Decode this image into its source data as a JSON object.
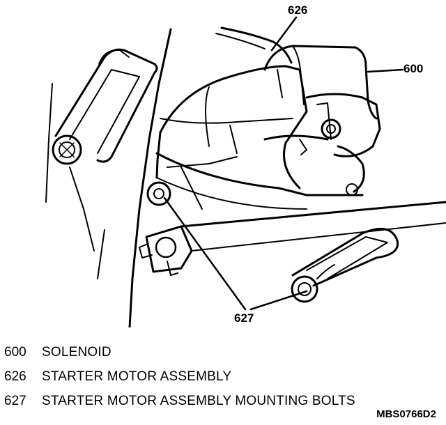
{
  "callouts": {
    "solenoid": "600",
    "starter_motor": "626",
    "mounting_bolts": "627"
  },
  "legend": [
    {
      "num": "600",
      "text": "SOLENOID"
    },
    {
      "num": "626",
      "text": "STARTER MOTOR ASSEMBLY"
    },
    {
      "num": "627",
      "text": "STARTER MOTOR ASSEMBLY MOUNTING BOLTS"
    }
  ],
  "figure_code": "MBS0766D2",
  "colors": {
    "ink": "#000000",
    "paper": "#ffffff"
  }
}
